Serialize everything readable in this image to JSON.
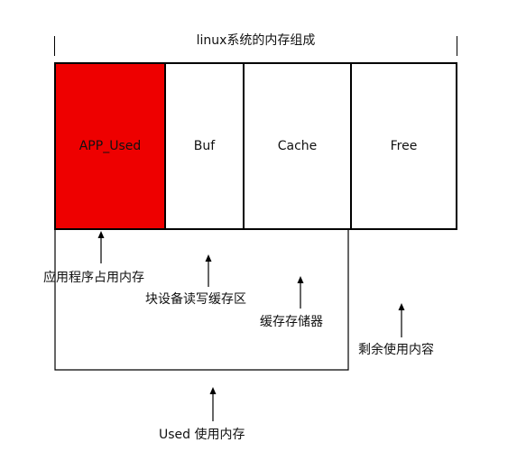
{
  "diagram": {
    "title": "linux系统的内存组成",
    "segments": [
      {
        "label": "APP_Used",
        "color": "#ee0000"
      },
      {
        "label": "Buf"
      },
      {
        "label": "Cache"
      },
      {
        "label": "Free"
      }
    ],
    "annotations": {
      "app_used": "应用程序占用内存",
      "buf": "块设备读写缓存区",
      "cache": "缓存存储器",
      "free": "剩余使用内容",
      "used": "Used 使用内存"
    }
  }
}
